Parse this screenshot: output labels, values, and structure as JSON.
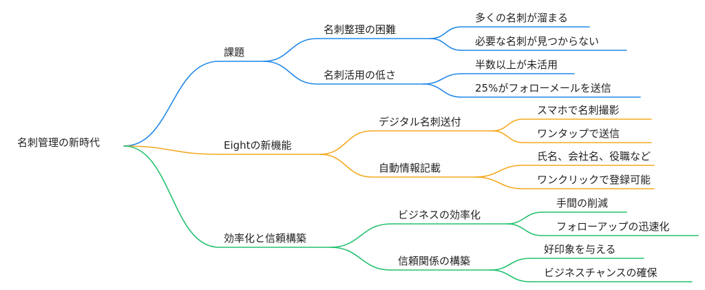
{
  "root": "名刺管理の新時代",
  "colors": {
    "blue": "#1f87e8",
    "orange": "#f5a81c",
    "green": "#22c06e"
  },
  "branches": [
    {
      "label": "課題",
      "color": "#1f87e8",
      "children": [
        {
          "label": "名刺整理の困難",
          "children": [
            "多くの名刺が溜まる",
            "必要な名刺が見つからない"
          ]
        },
        {
          "label": "名刺活用の低さ",
          "children": [
            "半数以上が未活用",
            "25%がフォローメールを送信"
          ]
        }
      ]
    },
    {
      "label": "Eightの新機能",
      "color": "#f5a81c",
      "children": [
        {
          "label": "デジタル名刺送付",
          "children": [
            "スマホで名刺撮影",
            "ワンタップで送信"
          ]
        },
        {
          "label": "自動情報記載",
          "children": [
            "氏名、会社名、役職など",
            "ワンクリックで登録可能"
          ]
        }
      ]
    },
    {
      "label": "効率化と信頼構築",
      "color": "#22c06e",
      "children": [
        {
          "label": "ビジネスの効率化",
          "children": [
            "手間の削減",
            "フォローアップの迅速化"
          ]
        },
        {
          "label": "信頼関係の構築",
          "children": [
            "好印象を与える",
            "ビジネスチャンスの確保"
          ]
        }
      ]
    }
  ]
}
